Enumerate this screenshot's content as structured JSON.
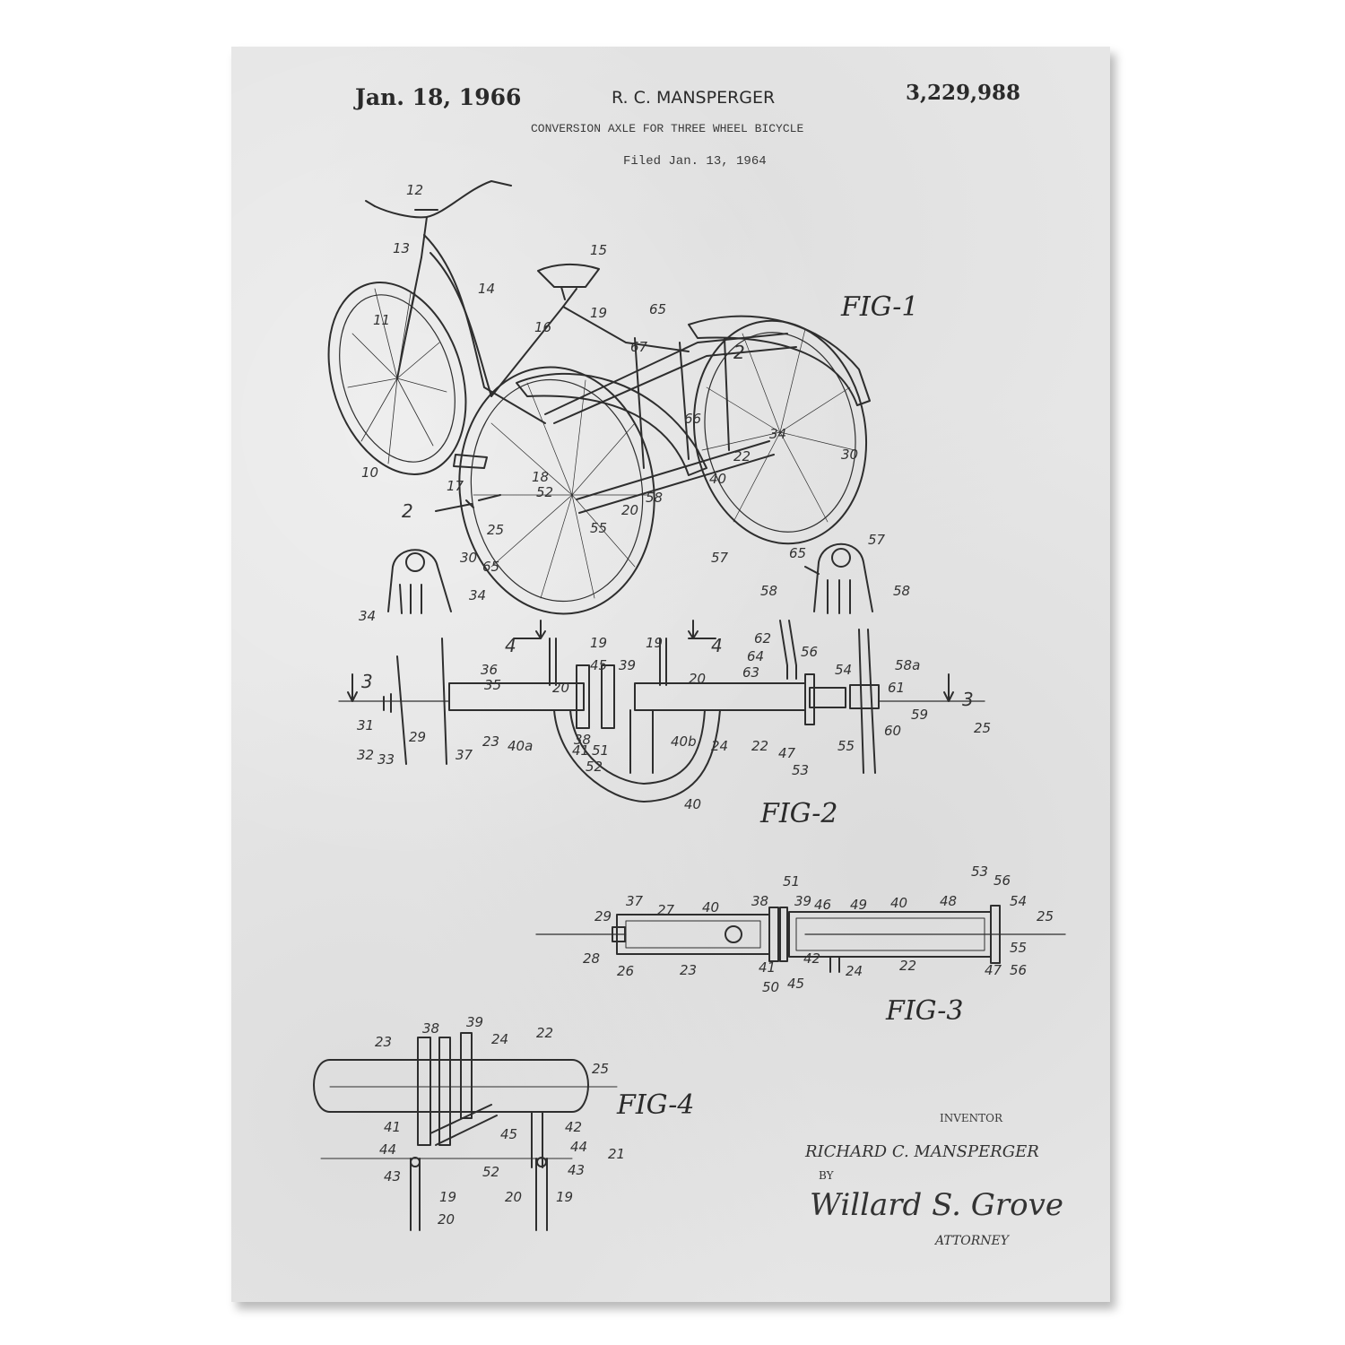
{
  "header": {
    "date": "Jan. 18, 1966",
    "inventor_name": "R. C. MANSPERGER",
    "patent_number": "3,229,988",
    "title": "CONVERSION AXLE FOR THREE WHEEL BICYCLE",
    "filed": "Filed Jan. 13, 1964"
  },
  "figures": {
    "fig1": "FIG-1",
    "fig2": "FIG-2",
    "fig3": "FIG-3",
    "fig4": "FIG-4"
  },
  "signature": {
    "inventor_label": "INVENTOR",
    "inventor_name": "RICHARD C. MANSPERGER",
    "by": "BY",
    "attorney_signature": "Willard S. Grove",
    "attorney_label": "ATTORNEY"
  },
  "colors": {
    "paper": "#e6e6e6",
    "ink": "#2a2a2a",
    "frame": "#ffffff"
  },
  "reference_numerals": {
    "fig1": [
      "12",
      "13",
      "14",
      "15",
      "16",
      "19",
      "65",
      "67",
      "2",
      "11",
      "66",
      "34",
      "30",
      "22",
      "40",
      "10",
      "17",
      "18",
      "52",
      "58",
      "20",
      "2",
      "25",
      "55",
      "57"
    ],
    "fig2": [
      "30",
      "65",
      "34",
      "34",
      "57",
      "65",
      "58",
      "58",
      "4",
      "19",
      "19",
      "4",
      "62",
      "64",
      "63",
      "56",
      "54",
      "58a",
      "61",
      "36",
      "35",
      "45",
      "39",
      "20",
      "20",
      "3",
      "3",
      "31",
      "29",
      "38",
      "59",
      "25",
      "32",
      "33",
      "37",
      "23",
      "40a",
      "41",
      "51",
      "40b",
      "24",
      "22",
      "47",
      "55",
      "60",
      "52",
      "53",
      "40"
    ],
    "fig3": [
      "37",
      "27",
      "40",
      "38",
      "51",
      "39",
      "46",
      "49",
      "40",
      "48",
      "53",
      "56",
      "29",
      "54",
      "25",
      "28",
      "26",
      "23",
      "41",
      "50",
      "45",
      "42",
      "24",
      "22",
      "47",
      "55",
      "56"
    ],
    "fig4": [
      "23",
      "38",
      "39",
      "24",
      "22",
      "25",
      "41",
      "45",
      "42",
      "44",
      "44",
      "21",
      "43",
      "52",
      "43",
      "19",
      "20",
      "19",
      "20"
    ]
  }
}
